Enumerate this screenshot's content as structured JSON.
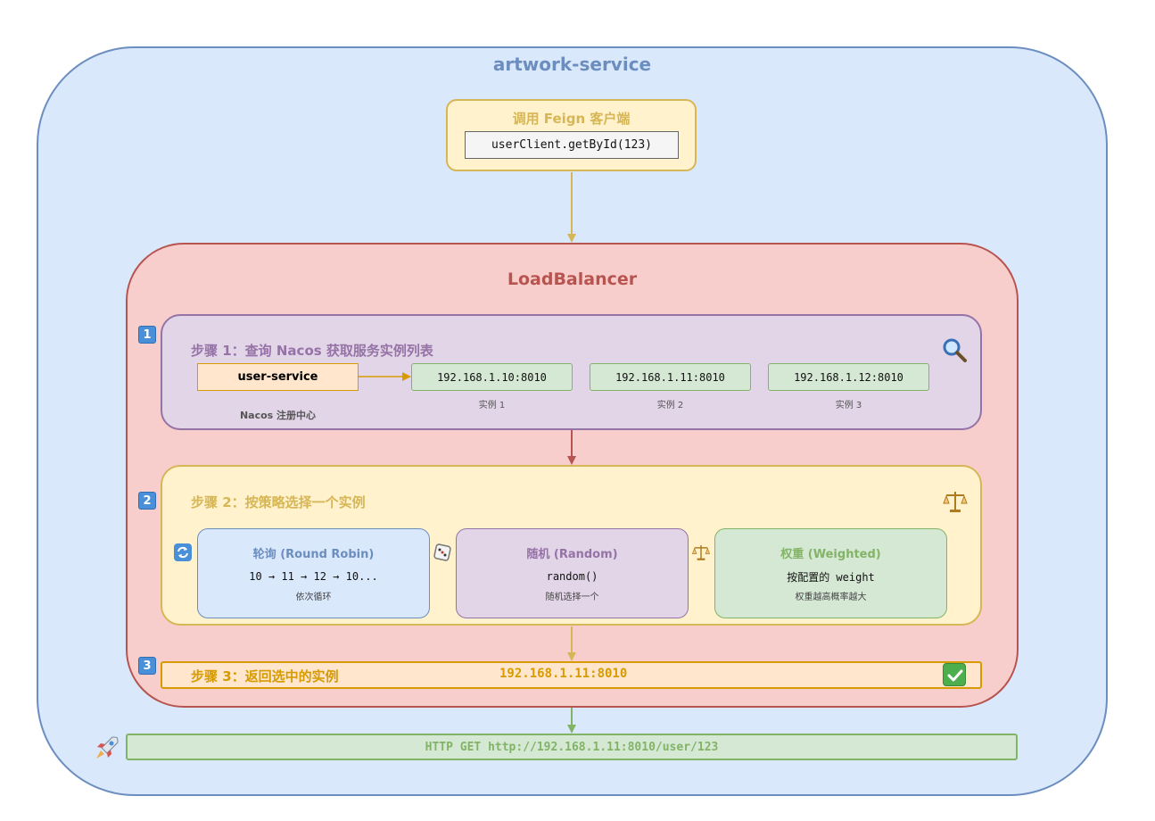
{
  "outer": {
    "title": "artwork-service"
  },
  "feign": {
    "title": "调用 Feign 客户端",
    "code": "userClient.getById(123)"
  },
  "load_balancer": {
    "title": "LoadBalancer"
  },
  "step1": {
    "badge": "1",
    "title": "步骤 1：查询 Nacos 获取服务实例列表",
    "service": "user-service",
    "registry_label": "Nacos 注册中心",
    "instances": [
      {
        "address": "192.168.1.10:8010",
        "label": "实例 1"
      },
      {
        "address": "192.168.1.11:8010",
        "label": "实例 2"
      },
      {
        "address": "192.168.1.12:8010",
        "label": "实例 3"
      }
    ],
    "icon": "magnifier-icon"
  },
  "step2": {
    "badge": "2",
    "title": "步骤 2：按策略选择一个实例",
    "icon": "scales-icon",
    "strategies": [
      {
        "title": "轮询 (Round Robin)",
        "code": "10 → 11 → 12 → 10...",
        "desc": "依次循环",
        "icon": "refresh-icon"
      },
      {
        "title": "随机 (Random)",
        "code": "random()",
        "desc": "随机选择一个",
        "icon": "dice-icon"
      },
      {
        "title": "权重 (Weighted)",
        "code": "按配置的 weight",
        "desc": "权重越高概率越大",
        "icon": "scales-icon"
      }
    ]
  },
  "step3": {
    "badge": "3",
    "title": "步骤 3：返回选中的实例",
    "value": "192.168.1.11:8010",
    "icon": "check-icon"
  },
  "http": {
    "text": "HTTP GET http://192.168.1.11:8010/user/123",
    "icon": "rocket-icon"
  },
  "colors": {
    "blue_fill": "#dae8fc",
    "blue_stroke": "#6c8ebf",
    "yellow_fill": "#fff2cc",
    "yellow_stroke": "#d6b656",
    "red_fill": "#f8cecc",
    "red_stroke": "#b85450",
    "purple_fill": "#e1d5e7",
    "purple_stroke": "#9673a6",
    "green_fill": "#d5e8d4",
    "green_stroke": "#82b366",
    "orange_fill": "#ffe6cc",
    "orange_stroke": "#d79b00"
  }
}
